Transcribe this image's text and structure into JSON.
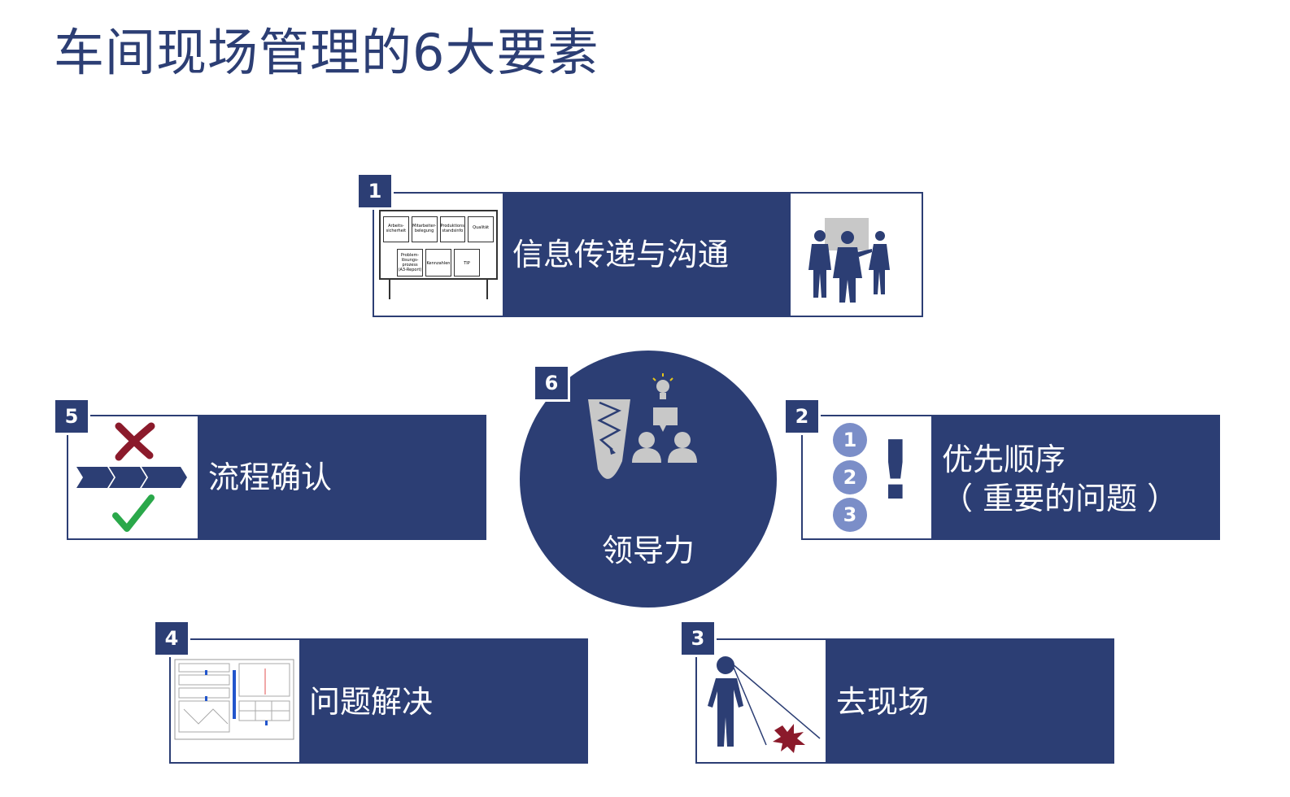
{
  "title": "车间现场管理的6大要素",
  "colors": {
    "primary": "#2c3e74",
    "light_blue": "#7b8ec8",
    "red": "#8b1a2b",
    "green": "#2aa84a"
  },
  "elements": [
    {
      "num": "1",
      "label": "信息传递与沟通",
      "icon": "board-icon",
      "icon2": "people-meeting-icon"
    },
    {
      "num": "2",
      "label_line1": "优先顺序",
      "label_line2": "（ 重要的问题 ）",
      "icon": "priority-list-icon"
    },
    {
      "num": "3",
      "label": "去现场",
      "icon": "walking-person-icon"
    },
    {
      "num": "4",
      "label": "问题解决",
      "icon": "a3-report-icon"
    },
    {
      "num": "5",
      "label": "流程确认",
      "icon": "process-check-icon"
    },
    {
      "num": "6",
      "label": "领导力",
      "icon": "leadership-icon"
    }
  ],
  "board": {
    "row1": [
      "Arbeits-sicherheit",
      "Mitarbeiter-belegung",
      "Produktions-standsinfo",
      "Qualität"
    ],
    "row2": [
      "Problem-lösungs-prozess (A3-Report)",
      "Kennzahlen",
      "TIP"
    ]
  },
  "priority": [
    "1",
    "2",
    "3"
  ],
  "priority_mark": "!"
}
